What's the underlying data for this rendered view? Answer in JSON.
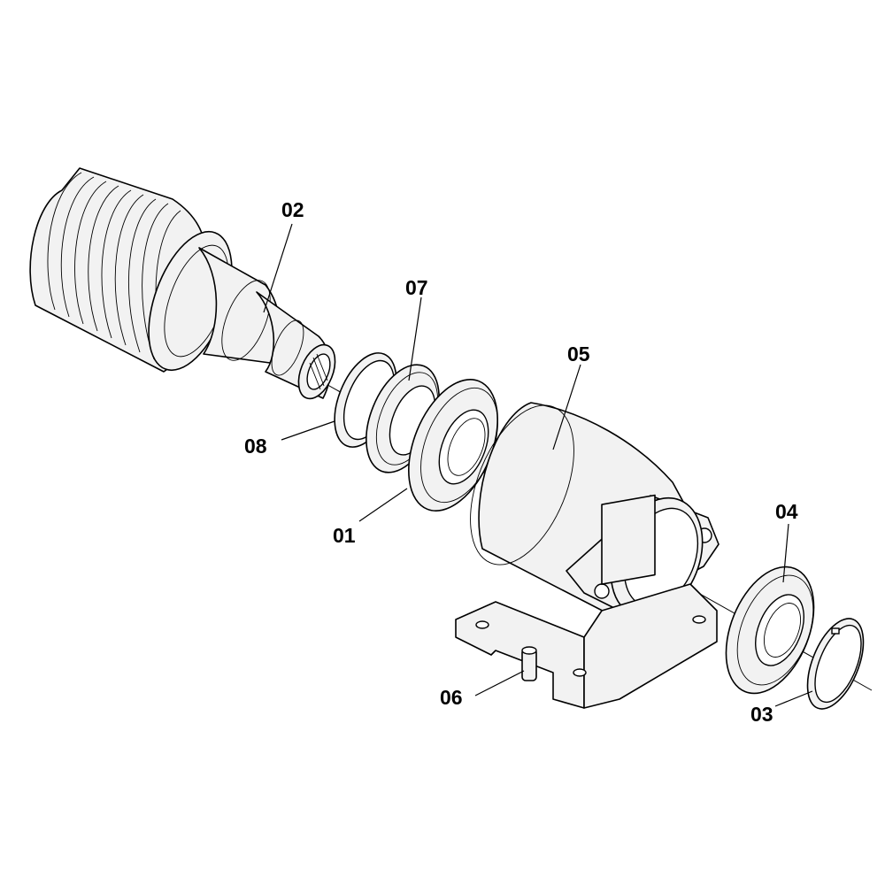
{
  "callouts": {
    "part_01": "01",
    "part_02": "02",
    "part_03": "03",
    "part_04": "04",
    "part_05": "05",
    "part_06": "06",
    "part_07": "07",
    "part_08": "08"
  }
}
